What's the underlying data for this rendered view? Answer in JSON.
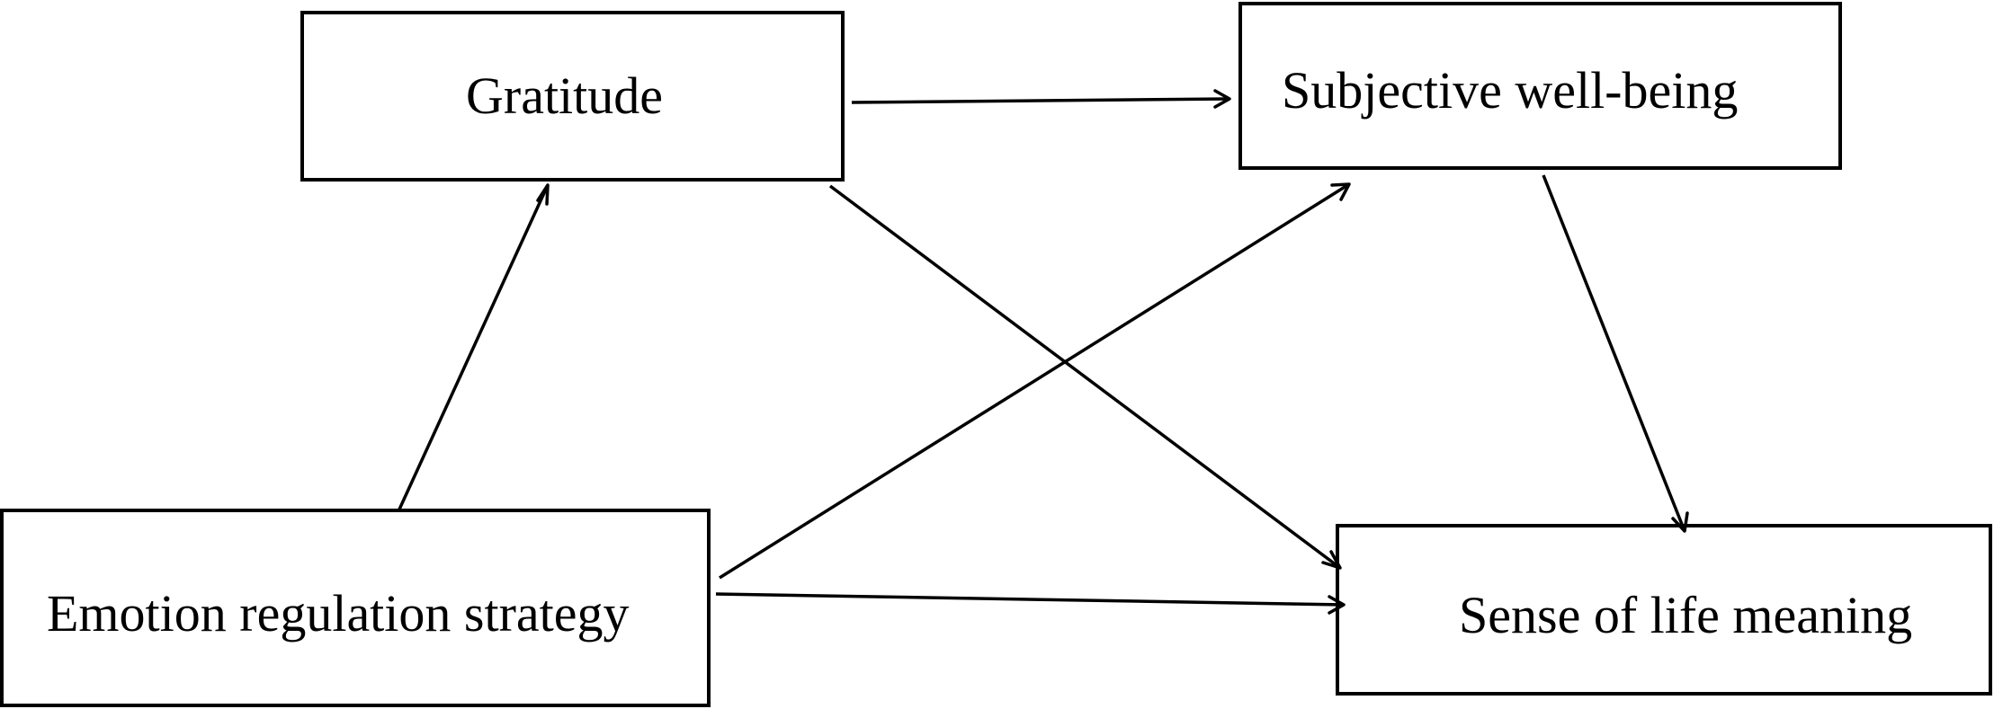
{
  "diagram": {
    "nodes": {
      "gratitude": {
        "label": "Gratitude"
      },
      "subjective_well_being": {
        "label": "Subjective well-being"
      },
      "emotion_regulation_strategy": {
        "label": "Emotion regulation strategy"
      },
      "sense_of_life_meaning": {
        "label": "Sense of life meaning"
      }
    },
    "edges": [
      {
        "from": "emotion_regulation_strategy",
        "to": "gratitude"
      },
      {
        "from": "gratitude",
        "to": "subjective_well_being"
      },
      {
        "from": "gratitude",
        "to": "sense_of_life_meaning"
      },
      {
        "from": "emotion_regulation_strategy",
        "to": "subjective_well_being"
      },
      {
        "from": "emotion_regulation_strategy",
        "to": "sense_of_life_meaning"
      },
      {
        "from": "subjective_well_being",
        "to": "sense_of_life_meaning"
      }
    ]
  }
}
